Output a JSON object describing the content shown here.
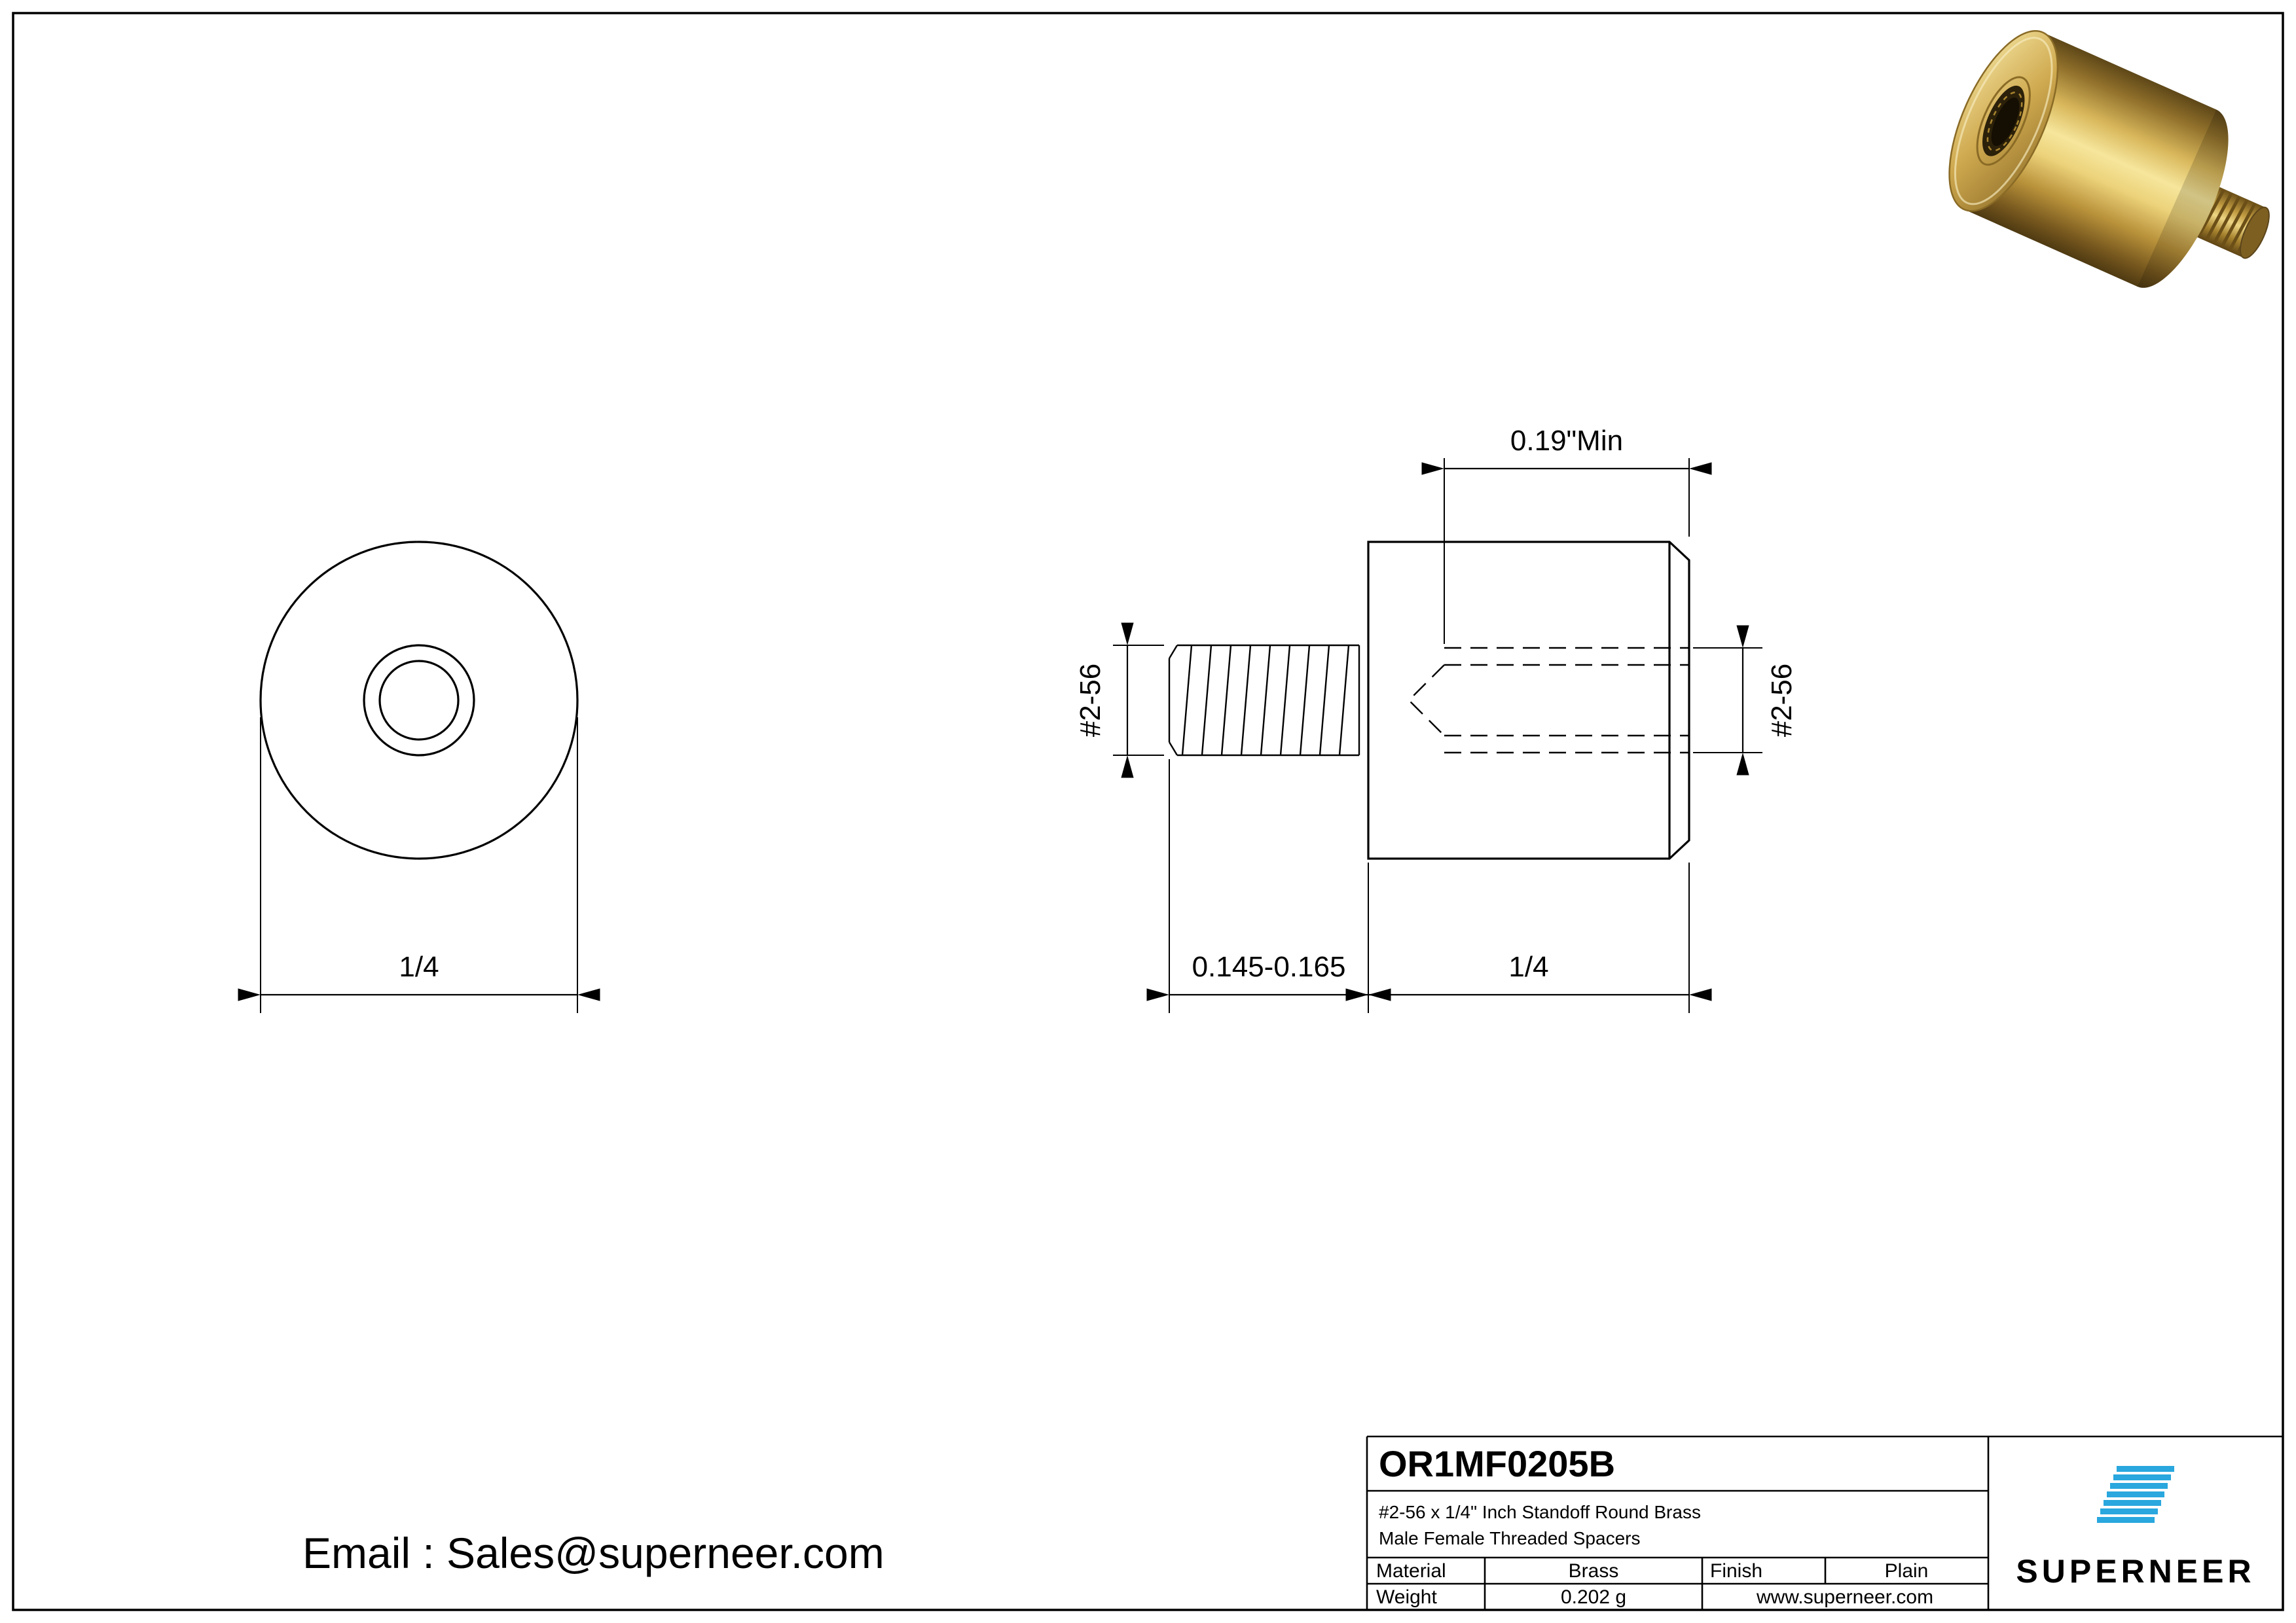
{
  "page": {
    "email": "Email : Sales@superneer.com"
  },
  "drawing": {
    "front_view": {
      "diameter_label": "1/4"
    },
    "side_view": {
      "thread_depth_label": "0.19\"Min",
      "male_thread_label": "#2-56",
      "female_thread_label": "#2-56",
      "male_thread_length_label": "0.145-0.165",
      "body_length_label": "1/4"
    }
  },
  "title_block": {
    "part_number": "OR1MF0205B",
    "description_line1": "#2-56 x 1/4\" Inch Standoff Round Brass",
    "description_line2": "Male Female Threaded Spacers",
    "material_label": "Material",
    "material_value": "Brass",
    "finish_label": "Finish",
    "finish_value": "Plain",
    "weight_label": "Weight",
    "weight_value": "0.202 g",
    "website": "www.superneer.com",
    "brand": "SUPERNEER"
  },
  "colors": {
    "line": "#000000",
    "link_blue": "#1b75bc",
    "brand_blue": "#29a7de",
    "brass_light": "#f6e69c",
    "brass_mid": "#cfa94f",
    "brass_dark": "#5e4718"
  }
}
